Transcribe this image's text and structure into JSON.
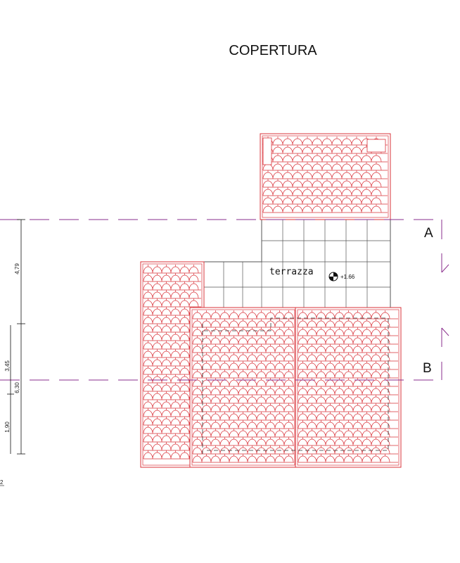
{
  "title": "COPERTURA",
  "room_label": "terrazza",
  "level_value": "+1.66",
  "sections": {
    "a": "A",
    "b": "B"
  },
  "dimensions": {
    "d1": "4,79",
    "d2": "3,45",
    "d3": "6,30",
    "d4": "1,90"
  },
  "edge_fragment": "2",
  "colors": {
    "tile": "#d9333a",
    "section_line": "#8a2d8c",
    "grid": "#555555",
    "ink": "#111111"
  }
}
